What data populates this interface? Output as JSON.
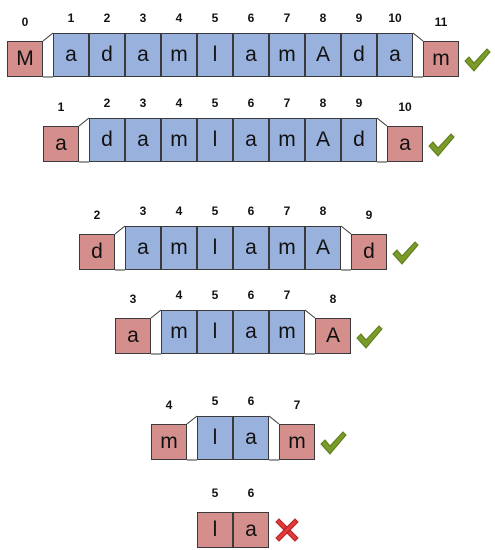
{
  "rows": [
    {
      "indices": [
        "0",
        "1",
        "2",
        "3",
        "4",
        "5",
        "6",
        "7",
        "8",
        "9",
        "10",
        "11"
      ],
      "chars": [
        "M",
        "a",
        "d",
        "a",
        "m",
        "l",
        "a",
        "m",
        "A",
        "d",
        "a",
        "m"
      ],
      "result": "check"
    },
    {
      "indices": [
        "1",
        "2",
        "3",
        "4",
        "5",
        "6",
        "7",
        "8",
        "9",
        "10"
      ],
      "chars": [
        "a",
        "d",
        "a",
        "m",
        "l",
        "a",
        "m",
        "A",
        "d",
        "a"
      ],
      "result": "check"
    },
    {
      "indices": [
        "2",
        "3",
        "4",
        "5",
        "6",
        "7",
        "8",
        "9"
      ],
      "chars": [
        "d",
        "a",
        "m",
        "l",
        "a",
        "m",
        "A",
        "d"
      ],
      "result": "check"
    },
    {
      "indices": [
        "3",
        "4",
        "5",
        "6",
        "7",
        "8"
      ],
      "chars": [
        "a",
        "m",
        "l",
        "a",
        "m",
        "A"
      ],
      "result": "check"
    },
    {
      "indices": [
        "4",
        "5",
        "6",
        "7"
      ],
      "chars": [
        "m",
        "l",
        "a",
        "m"
      ],
      "result": "check"
    },
    {
      "indices": [
        "5",
        "6"
      ],
      "chars": [
        "l",
        "a"
      ],
      "result": "cross"
    }
  ],
  "colors": {
    "middle_cell": "#98b1dd",
    "end_cell": "#d48e8c",
    "check": "#7a9a2a",
    "cross": "#e23a3a"
  },
  "icons": {
    "check": "check-icon",
    "cross": "cross-icon"
  }
}
